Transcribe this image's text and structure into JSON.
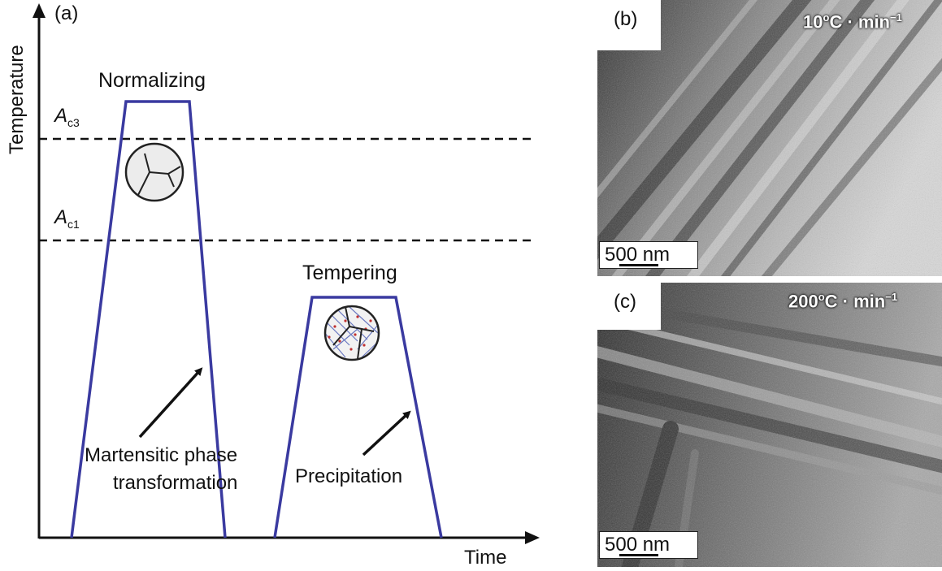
{
  "panel_a": {
    "label": "(a)",
    "y_axis_label": "Temperature",
    "x_axis_label": "Time",
    "ac3": {
      "main": "A",
      "sub": "c3"
    },
    "ac1": {
      "main": "A",
      "sub": "c1"
    },
    "normalizing_label": "Normalizing",
    "tempering_label": "Tempering",
    "martensitic_label_line1": "Martensitic phase",
    "martensitic_label_line2": "transformation",
    "precipitation_label": "Precipitation",
    "line_color": "#3a3aa0"
  },
  "panel_b": {
    "label": "(b)",
    "rate_value": "10",
    "rate_unit": "C · min",
    "rate_degree": "o",
    "rate_exp": "−1",
    "scale_bar": "500 nm"
  },
  "panel_c": {
    "label": "(c)",
    "rate_value": "200",
    "rate_unit": "C · min",
    "rate_degree": "o",
    "rate_exp": "−1",
    "scale_bar": "500 nm"
  }
}
